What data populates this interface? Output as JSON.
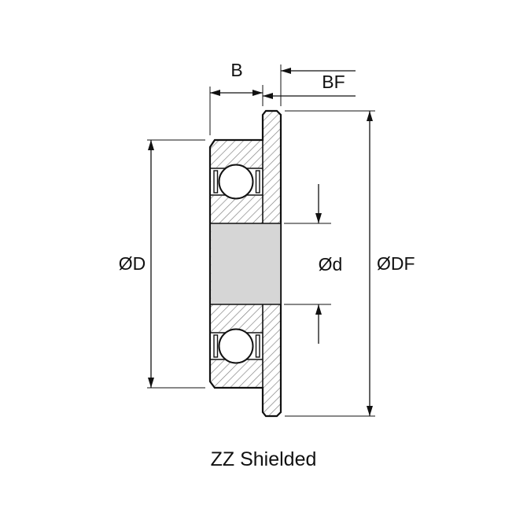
{
  "diagram": {
    "caption": "ZZ Shielded",
    "labels": {
      "width": "B",
      "flange_width": "BF",
      "outer_diameter": "ØD",
      "bore_diameter": "Ød",
      "flange_outer_diameter": "ØDF"
    },
    "colors": {
      "line": "#111111",
      "hatch": "#7a7a7a",
      "bore_fill": "#d6d6d6",
      "background": "#ffffff"
    }
  }
}
